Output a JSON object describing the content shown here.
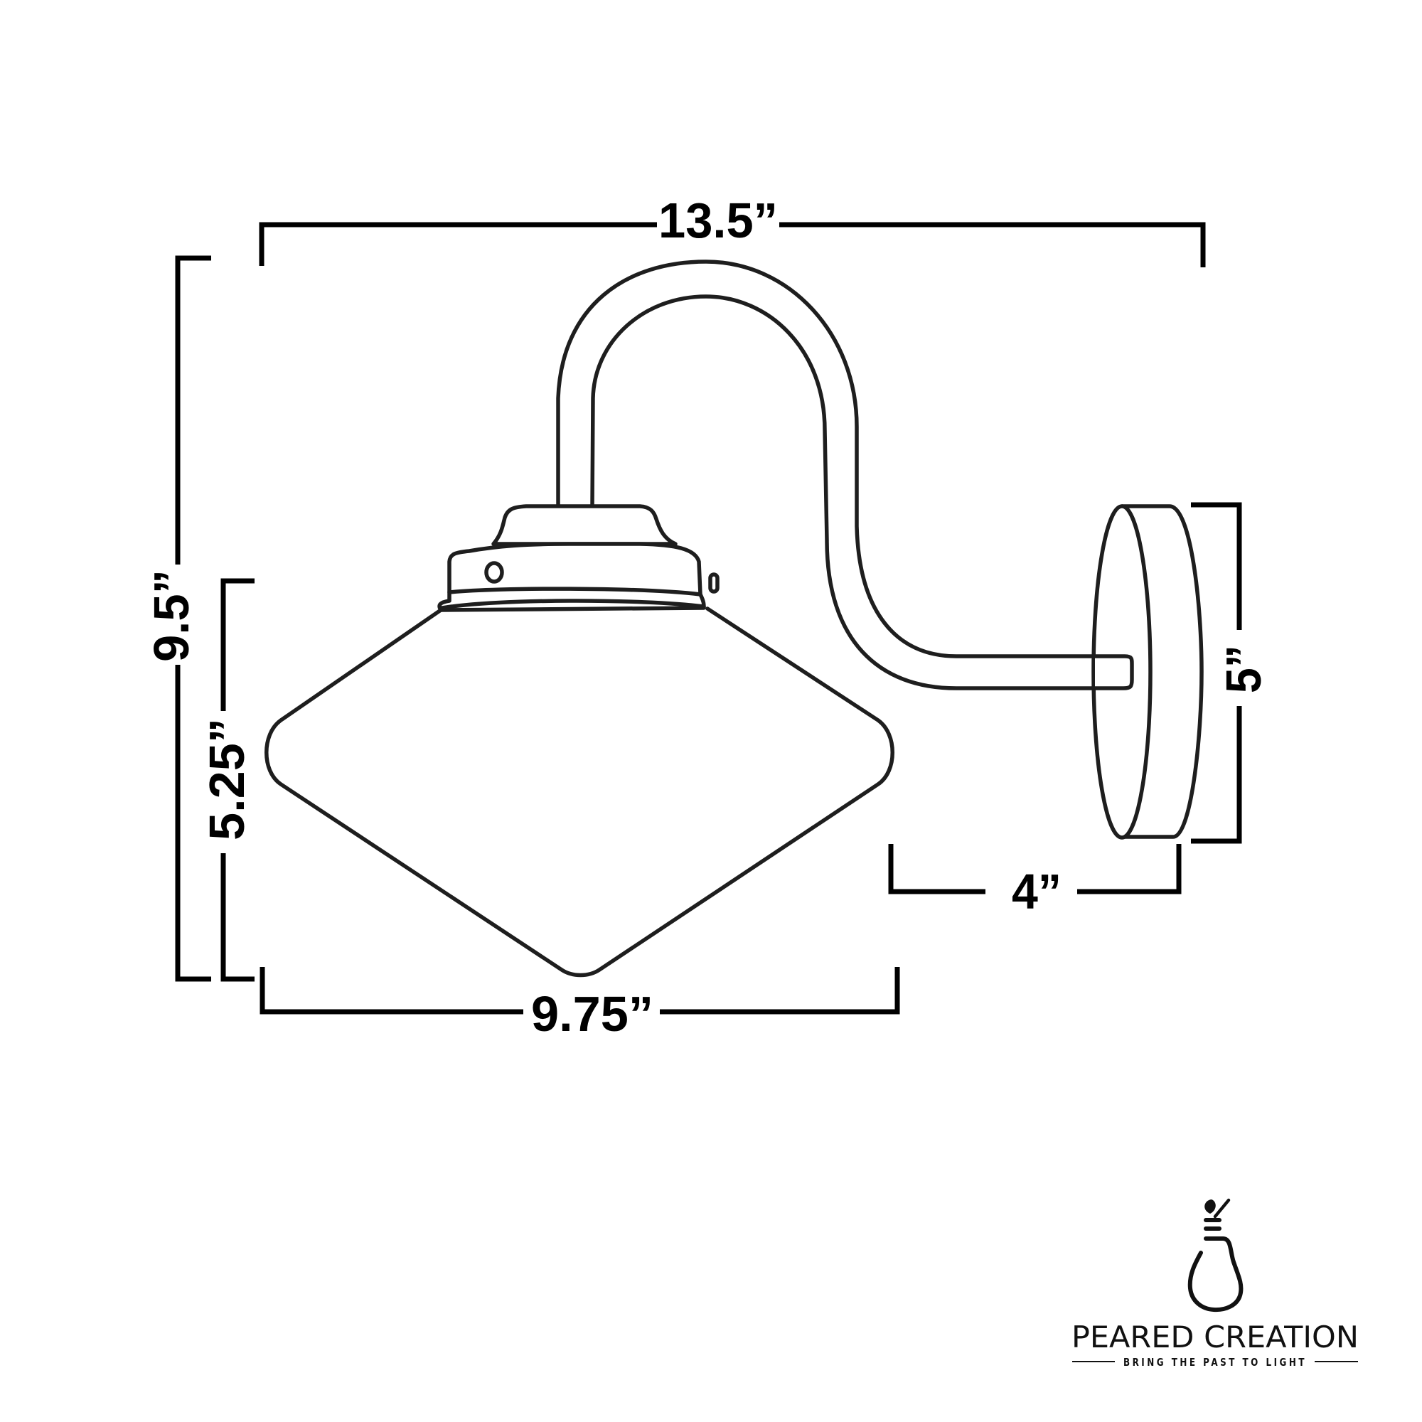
{
  "diagram": {
    "title": "Gooseneck wall sconce dimension drawing",
    "line_color": "#1e1e1e",
    "background": "#ffffff"
  },
  "dimensions": {
    "overall_width": "13.5”",
    "overall_height": "9.5”",
    "shade_height": "5.25”",
    "shade_width": "9.75”",
    "backplate_height": "5”",
    "extension": "4”"
  },
  "brand": {
    "name": "PEARED CREATION",
    "tagline": "BRING THE PAST TO LIGHT",
    "logo_icon": "pear-lightbulb-icon"
  }
}
